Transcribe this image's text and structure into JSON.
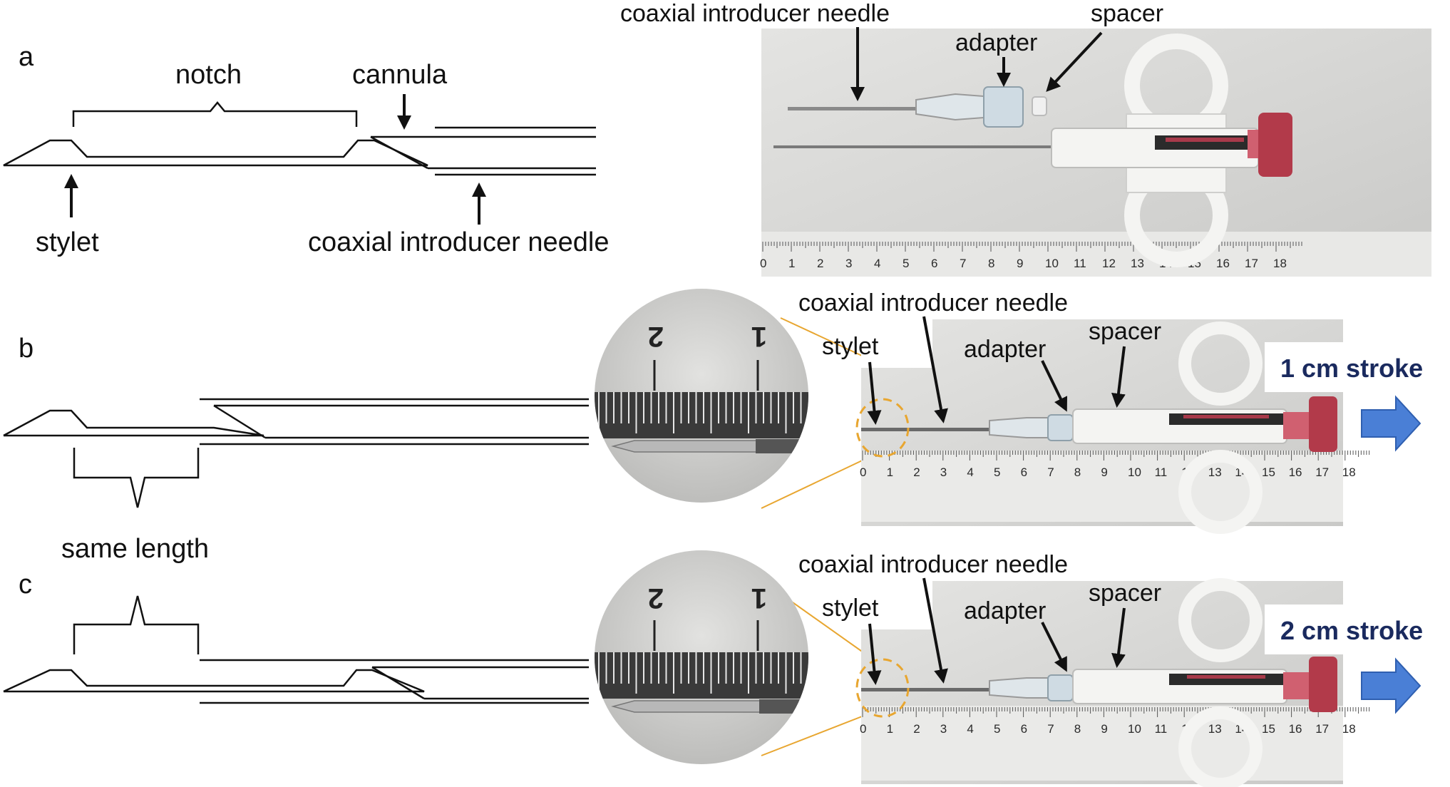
{
  "panels": {
    "a": {
      "letter": "a",
      "notch": "notch",
      "cannula": "cannula",
      "stylet": "stylet",
      "coaxial_needle": "coaxial introducer needle",
      "photo_coaxial": "coaxial introducer needle",
      "photo_adapter": "adapter",
      "photo_spacer": "spacer"
    },
    "b": {
      "letter": "b",
      "photo_coaxial": "coaxial introducer needle",
      "photo_stylet": "stylet",
      "photo_adapter": "adapter",
      "photo_spacer": "spacer",
      "stroke": "1 cm stroke"
    },
    "c": {
      "letter": "c",
      "same_length": "same length",
      "photo_coaxial": "coaxial introducer needle",
      "photo_stylet": "stylet",
      "photo_adapter": "adapter",
      "photo_spacer": "spacer",
      "stroke": "2 cm stroke"
    }
  },
  "ruler_ticks": [
    "0",
    "1",
    "2",
    "3",
    "4",
    "5",
    "6",
    "7",
    "8",
    "9",
    "10",
    "11",
    "12",
    "13",
    "14",
    "15",
    "16",
    "17",
    "18"
  ],
  "magnifier_digits": [
    "2",
    "1"
  ],
  "colors": {
    "diagram_line": "#111111",
    "photo_bg": "#d8d8d6",
    "device_white": "#f2f2f0",
    "plunger_red": "#b23a4a",
    "highlight_orange": "#e8a630",
    "arrow_blue": "#4a7fd6",
    "stroke_text": "#1a2a5e"
  }
}
